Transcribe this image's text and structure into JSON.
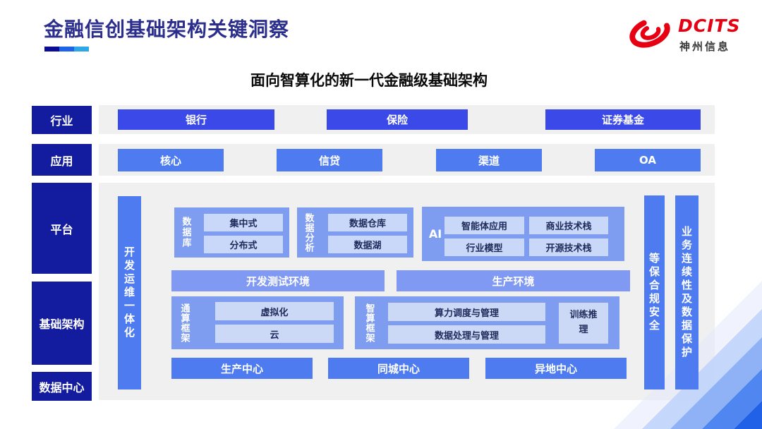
{
  "header": {
    "title": "金融信创基础架构关键洞察",
    "subtitle": "面向智算化的新一代金融级基础架构",
    "logo": {
      "brand": "DCITS",
      "company": "神州信息"
    }
  },
  "rail": {
    "items": [
      {
        "label": "行业"
      },
      {
        "label": "应用"
      },
      {
        "label": "平台"
      },
      {
        "label": "基础架构"
      },
      {
        "label": "数据中心"
      }
    ]
  },
  "industry_row": [
    "银行",
    "保险",
    "证券基金"
  ],
  "application_row": [
    "核心",
    "信贷",
    "渠道",
    "OA"
  ],
  "platform": {
    "devops_bar": "开发运维一体化",
    "database_group": {
      "label": "数据库",
      "items": [
        "集中式",
        "分布式"
      ]
    },
    "analytics_group": {
      "label": "数据分析",
      "items": [
        "数据仓库",
        "数据湖"
      ]
    },
    "ai_group": {
      "label": "AI",
      "items": [
        "智能体应用",
        "商业技术栈",
        "行业模型",
        "开源技术栈"
      ]
    },
    "environments": [
      "开发测试环境",
      "生产环境"
    ],
    "general_framework": {
      "label": "通算框架",
      "items": [
        "虚拟化",
        "云"
      ]
    },
    "intelligent_framework": {
      "label": "智算框架",
      "items": [
        "算力调度与管理",
        "数据处理与管理"
      ],
      "side_item": "训练推理"
    },
    "centers": [
      "生产中心",
      "同城中心",
      "异地中心"
    ]
  },
  "security_bars": [
    "等保合规安全",
    "业务连续性及数据保护"
  ],
  "colors": {
    "navy_rail": "#131B9E",
    "industry_button": "#3B49E9",
    "medium_blue": "#4E7CF0",
    "group_blue": "#7E9CF0",
    "env_bar": "#8099F2",
    "light_item": "#C9D8F8",
    "item_text": "#1F2A5A",
    "panel_gray": "#F0F0F1",
    "title_navy": "#2B2E8C",
    "logo_red": "#E60012",
    "underline_segments": [
      "#0B0B96",
      "#1E63E8",
      "#2EA7E8"
    ],
    "decoration_shades": [
      "#E3EAFB",
      "#BFD3F9",
      "#8FB2F6",
      "#4F86F0",
      "#2161E8"
    ]
  }
}
